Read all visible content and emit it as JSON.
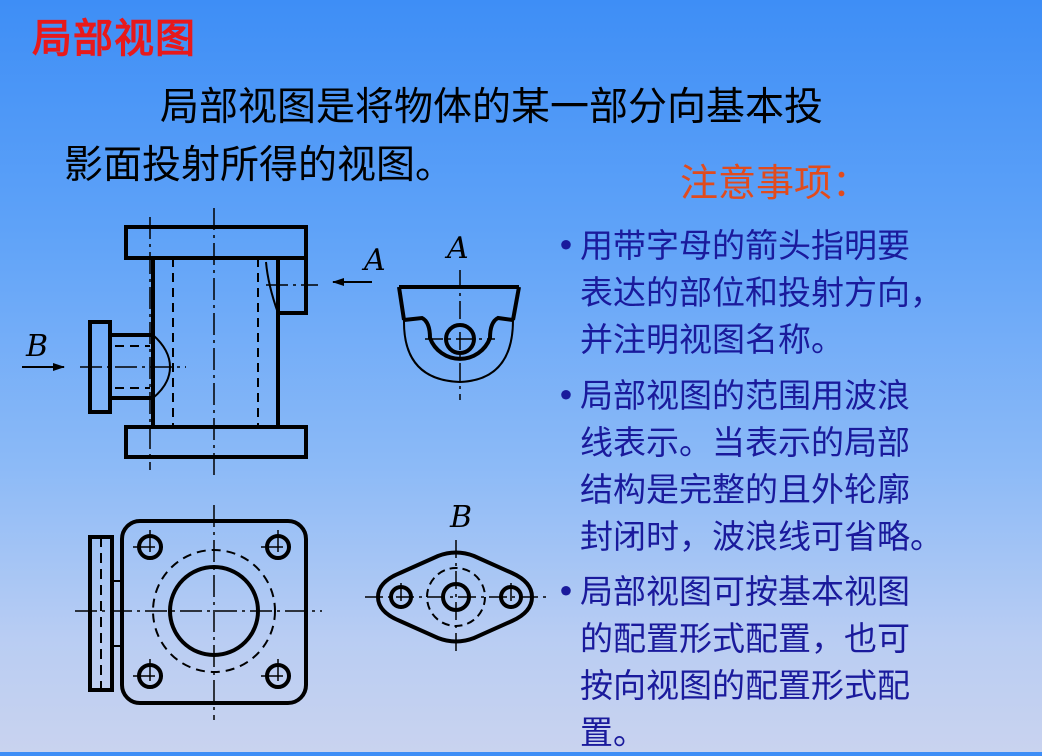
{
  "title": "局部视图",
  "intro_lines": [
    "局部视图是将物体的某一部分向基本投",
    "影面投射所得的视图。"
  ],
  "notes_heading": "注意事项：",
  "bullet_symbol": "•",
  "bullets": [
    {
      "lines": [
        "用带字母的箭头指明要",
        "表达的部位和投射方向，",
        "并注明视图名称。"
      ]
    },
    {
      "lines": [
        "局部视图的范围用波浪",
        "线表示。当表示的局部",
        "结构是完整的且外轮廓",
        "封闭时，波浪线可省略。"
      ]
    },
    {
      "lines": [
        "局部视图可按基本视图",
        "的配置形式配置，也可",
        "按向视图的配置形式配",
        "置。"
      ]
    }
  ],
  "drawing_labels": {
    "arrow_a": "A",
    "view_a": "A",
    "arrow_b": "B",
    "view_b": "B"
  },
  "colors": {
    "title": "#e8191b",
    "notes_heading": "#e14b1d",
    "bullet_text": "#1a1a9c",
    "line": "#000000"
  }
}
